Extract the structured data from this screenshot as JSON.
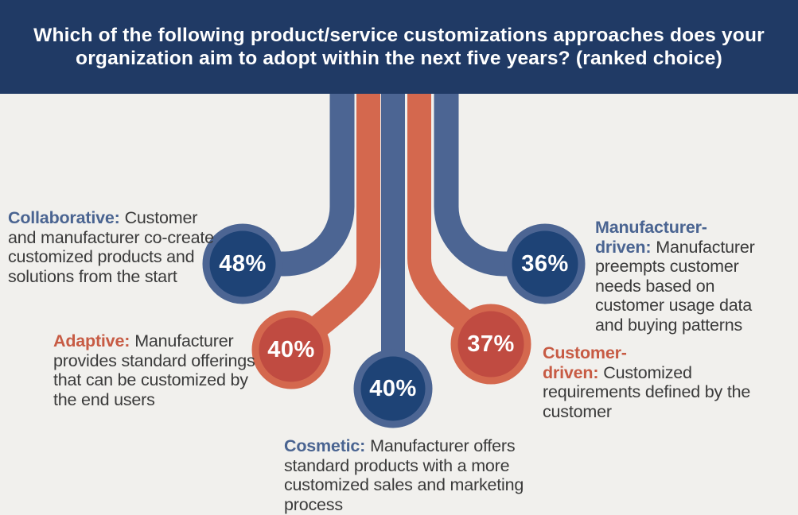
{
  "header": {
    "title": "Which of the following product/service customizations approaches does your organization aim to adopt within the next five years? (ranked choice)"
  },
  "colors": {
    "header_bg": "#203a65",
    "background": "#f1f0ed",
    "pipe_blue": "#4c6593",
    "circle_blue_fill": "#1e4376",
    "pipe_orange": "#d4684e",
    "circle_red_fill": "#c04b41",
    "term_blue": "#4a6491",
    "term_orange": "#c75b44",
    "body_text": "#3a3a3a",
    "value_text": "#ffffff"
  },
  "items": [
    {
      "id": "collaborative",
      "term": "Collaborative:",
      "description": "Customer and manufacturer co-create customized products and solutions from the start",
      "value": 48,
      "value_label": "48%",
      "color": "blue"
    },
    {
      "id": "adaptive",
      "term": "Adaptive:",
      "description": "Manufacturer provides standard offerings that can be customized by the end users",
      "value": 40,
      "value_label": "40%",
      "color": "red"
    },
    {
      "id": "cosmetic",
      "term": "Cosmetic:",
      "description": "Manufacturer offers standard products with a more customized sales and marketing process",
      "value": 40,
      "value_label": "40%",
      "color": "blue"
    },
    {
      "id": "customer-driven",
      "term": "Customer-driven:",
      "description": "Customized requirements defined by the customer",
      "value": 37,
      "value_label": "37%",
      "color": "red"
    },
    {
      "id": "manufacturer-driven",
      "term": "Manufacturer-driven:",
      "description": "Manufacturer preempts customer needs based on customer usage data and buying patterns",
      "value": 36,
      "value_label": "36%",
      "color": "blue"
    }
  ],
  "chart_data": {
    "type": "bar",
    "variant": "infographic-ranked-pipes",
    "title": "Which of the following product/service customizations approaches does your organization aim to adopt within the next five years? (ranked choice)",
    "categories": [
      "Collaborative",
      "Adaptive",
      "Cosmetic",
      "Customer-driven",
      "Manufacturer-driven"
    ],
    "values": [
      48,
      40,
      40,
      37,
      36
    ],
    "unit": "%",
    "legend_position": "none",
    "grid": false,
    "series_colors": [
      "#1e4376",
      "#c04b41",
      "#1e4376",
      "#c04b41",
      "#1e4376"
    ]
  }
}
